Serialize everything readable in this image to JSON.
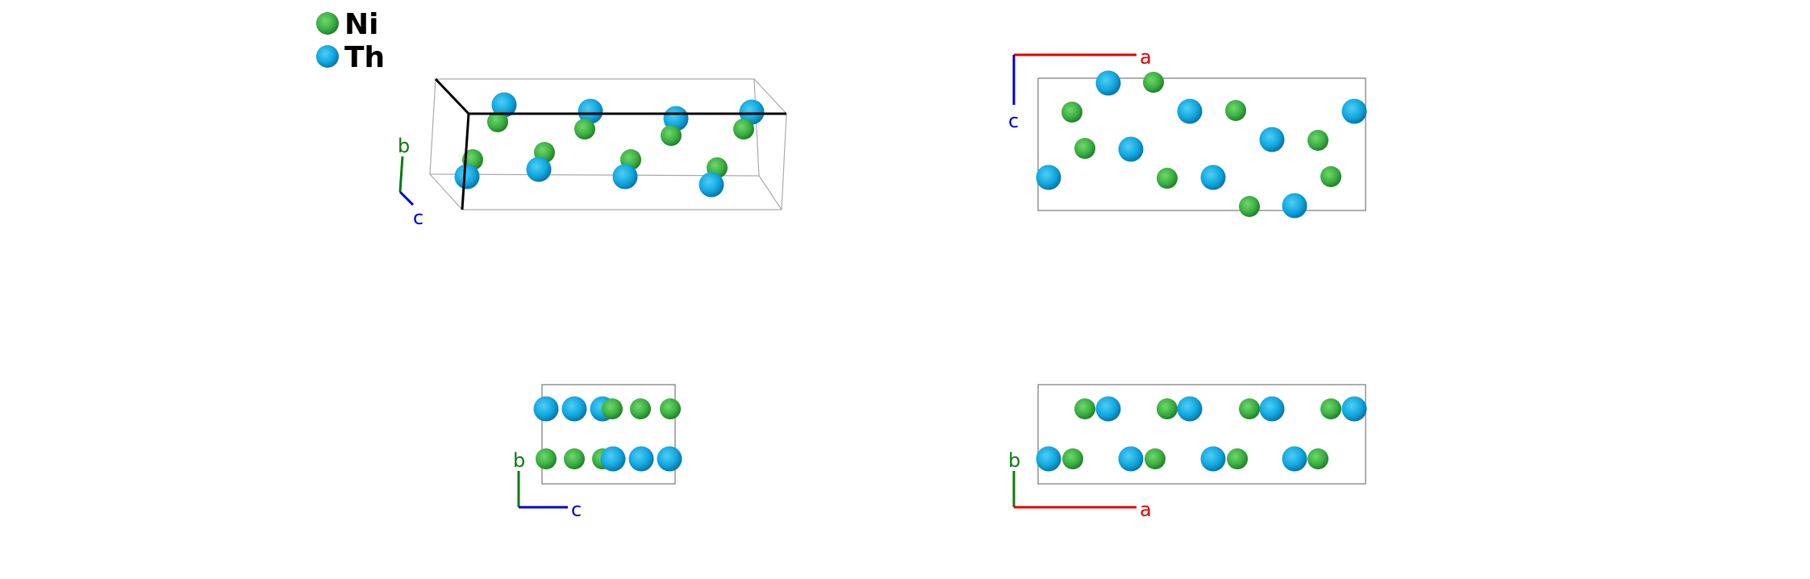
{
  "legend": [
    {
      "element": "Ni",
      "color": "#3cb043"
    },
    {
      "element": "Th",
      "color": "#10a8e0"
    }
  ],
  "colors": {
    "ni": "#3cb043",
    "th": "#10a8e0",
    "axis_a": "#e00000",
    "axis_b": "#0a7a0a",
    "axis_c": "#0000d0",
    "cell": "#777777"
  },
  "views": [
    {
      "name": "perspective",
      "axes": [
        "b",
        "c"
      ]
    },
    {
      "name": "view-a-c",
      "axes": [
        "a",
        "c"
      ]
    },
    {
      "name": "view-c-b",
      "axes": [
        "b",
        "c"
      ]
    },
    {
      "name": "view-a-b",
      "axes": [
        "b",
        "a"
      ]
    }
  ],
  "axis_labels": {
    "a": "a",
    "b": "b",
    "c": "c"
  }
}
